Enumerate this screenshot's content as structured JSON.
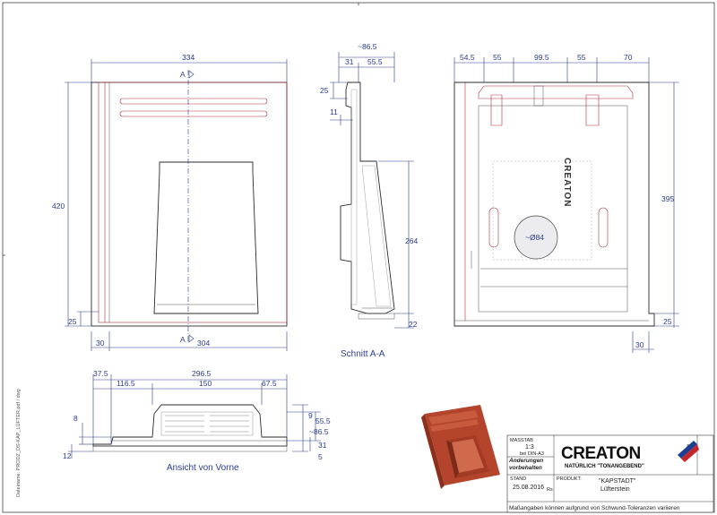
{
  "front_view": {
    "dims": {
      "width_top": "334",
      "height": "420",
      "bottom_offset": "25",
      "left_offset": "30",
      "width_bottom": "304"
    },
    "section_marker_top": "A",
    "section_marker_bottom": "A"
  },
  "section_view": {
    "dims": {
      "depth": "~86.5",
      "d31": "31",
      "d55": "55.5",
      "d25": "25",
      "d11": "11",
      "h264": "264",
      "h22": "22"
    },
    "title": "Schnitt A-A"
  },
  "back_view": {
    "dims": {
      "d54": "54.5",
      "d55a": "55",
      "d99": "99.5",
      "d55b": "55",
      "d70": "70",
      "h395": "395",
      "h25": "25",
      "d30": "30"
    },
    "opening_label": "~Ø84",
    "brand_mark": "CREATON"
  },
  "front_elevation": {
    "dims": {
      "d37": "37.5",
      "d296": "296.5",
      "d116": "116.5",
      "d150": "150",
      "d67": "67.5",
      "h8": "8",
      "h12": "12",
      "h9": "9",
      "h55": "55.5",
      "h86": "~86.5",
      "h31": "31",
      "h5": "5"
    },
    "title": "Ansicht von Vorne"
  },
  "side_file": "Dateiname: PRODZ_DS-KAP_LÜFTER.pdf / dwg",
  "title_block": {
    "massstab_label": "MASSTAB",
    "massstab_value": "1:3",
    "massstab_note": "bei DIN-A3",
    "changes": "Änderungen vorbehalten",
    "stand_label": "STAND",
    "stand_value": "25.08.2016",
    "stand_code": "Rs",
    "produkt_label": "PRODUKT:",
    "produkt_name": "\"KAPSTADT\"",
    "produkt_sub": "Lüfterstein",
    "brand": "CREATON",
    "slogan": "NATÜRLICH \"TONANGEBEND\"",
    "registered": "®",
    "footer": "Maßangaben können aufgrund von Schwund-Toleranzen variieren"
  }
}
